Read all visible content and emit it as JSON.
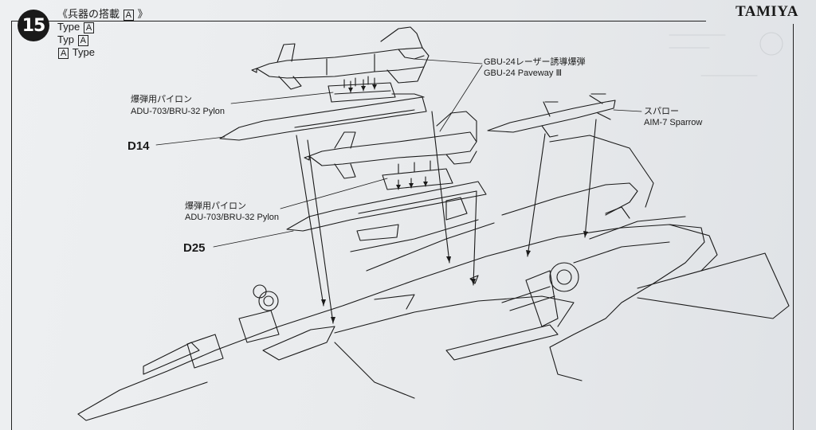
{
  "header": {
    "step_number": "15",
    "title_jp": "《兵器の搭載",
    "title_box": "A",
    "title_end": "》",
    "lines": [
      {
        "text": "Type",
        "box": "A",
        "box_first": false
      },
      {
        "text": "Typ",
        "box": "A",
        "box_first": false
      },
      {
        "text": "Type",
        "box": "A",
        "box_first": true
      }
    ]
  },
  "brand": "TAMIYA",
  "callouts": {
    "gbu24_jp": "GBU-24レーザー誘導爆弾",
    "gbu24_en": "GBU-24 Paveway Ⅲ",
    "sparrow_jp": "スパロー",
    "sparrow_en": "AIM-7 Sparrow",
    "pylon1_jp": "爆弾用パイロン",
    "pylon1_en": "ADU-703/BRU-32 Pylon",
    "pylon2_jp": "爆弾用パイロン",
    "pylon2_en": "ADU-703/BRU-32 Pylon",
    "part_d14": "D14",
    "part_d25": "D25"
  },
  "colors": {
    "ink": "#1a1a1a",
    "paper": "#e9eaec"
  }
}
